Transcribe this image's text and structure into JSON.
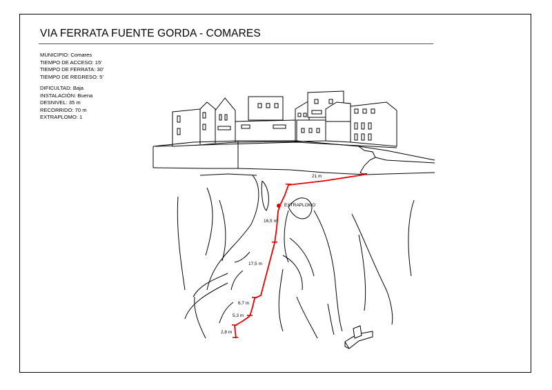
{
  "title": "VIA FERRATA FUENTE GORDA - COMARES",
  "info_primary": [
    {
      "label": "MUNICIPIO:",
      "value": "Comares"
    },
    {
      "label": "TIEMPO DE ACCESO:",
      "value": "15'"
    },
    {
      "label": "TIEMPO DE FERRATA:",
      "value": "30'"
    },
    {
      "label": "TIEMPO DE REGRESO:",
      "value": "5'"
    }
  ],
  "info_secondary": [
    {
      "label": "DIFICULTAD:",
      "value": "Baja"
    },
    {
      "label": "INSTALACIÓN:",
      "value": "Buena"
    },
    {
      "label": "DESNIVEL:",
      "value": "35 m"
    },
    {
      "label": "RECORRIDO:",
      "value": "70 m"
    },
    {
      "label": "EXTRAPLOMO:",
      "value": "1"
    }
  ],
  "route_labels": {
    "seg_21": "21 m",
    "extraplomo": "EXTRAPLOMO",
    "seg_165": "16,5 m",
    "seg_175": "17,5 m",
    "seg_67": "6,7 m",
    "seg_53": "5,3 m",
    "seg_28": "2,8 m"
  },
  "colors": {
    "route": "#e00000",
    "ink": "#000000"
  }
}
